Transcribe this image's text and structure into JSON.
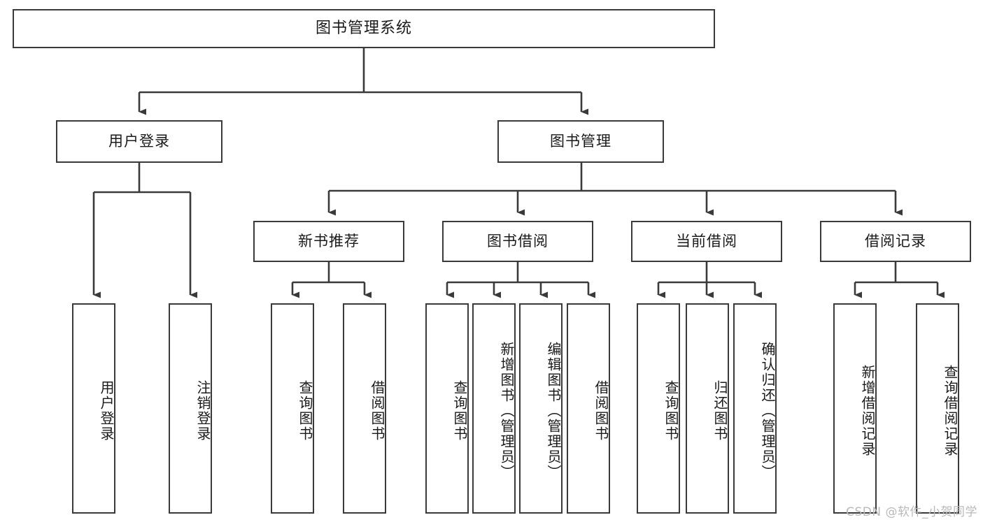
{
  "diagram": {
    "title": "图书管理系统",
    "type": "hierarchy-tree",
    "watermark": "CSDN @软件_小贺同学",
    "colors": {
      "box_border": "#3a3a3a",
      "box_fill": "#ffffff",
      "connector": "#3a3a3a",
      "text": "#1a1a1a",
      "watermark": "#b9b9b9",
      "background": "#ffffff"
    },
    "root": {
      "label": "图书管理系统"
    },
    "level2": [
      {
        "id": "user-login",
        "label": "用户登录"
      },
      {
        "id": "book-manage",
        "label": "图书管理"
      }
    ],
    "level3": [
      {
        "id": "new-book-recommend",
        "label": "新书推荐",
        "parent": "book-manage"
      },
      {
        "id": "book-borrow",
        "label": "图书借阅",
        "parent": "book-manage"
      },
      {
        "id": "current-borrow",
        "label": "当前借阅",
        "parent": "book-manage"
      },
      {
        "id": "borrow-record",
        "label": "借阅记录",
        "parent": "book-manage"
      }
    ],
    "leaves": {
      "user-login": [
        {
          "id": "leaf-user-login",
          "label": "用户登录"
        },
        {
          "id": "leaf-user-logout",
          "label": "注销登录"
        }
      ],
      "new-book-recommend": [
        {
          "id": "leaf-query-book-1",
          "label": "查询图书"
        },
        {
          "id": "leaf-borrow-book-1",
          "label": "借阅图书"
        }
      ],
      "book-borrow": [
        {
          "id": "leaf-query-book-2",
          "label": "查询图书"
        },
        {
          "id": "leaf-add-book",
          "label": "新增图书（管理员）"
        },
        {
          "id": "leaf-edit-book",
          "label": "编辑图书（管理员）"
        },
        {
          "id": "leaf-borrow-book-2",
          "label": "借阅图书"
        }
      ],
      "current-borrow": [
        {
          "id": "leaf-query-book-3",
          "label": "查询图书"
        },
        {
          "id": "leaf-return-book",
          "label": "归还图书"
        },
        {
          "id": "leaf-confirm-return",
          "label": "确认归还（管理员）"
        }
      ],
      "borrow-record": [
        {
          "id": "leaf-add-record",
          "label": "新增借阅记录"
        },
        {
          "id": "leaf-query-record",
          "label": "查询借阅记录"
        }
      ]
    }
  }
}
